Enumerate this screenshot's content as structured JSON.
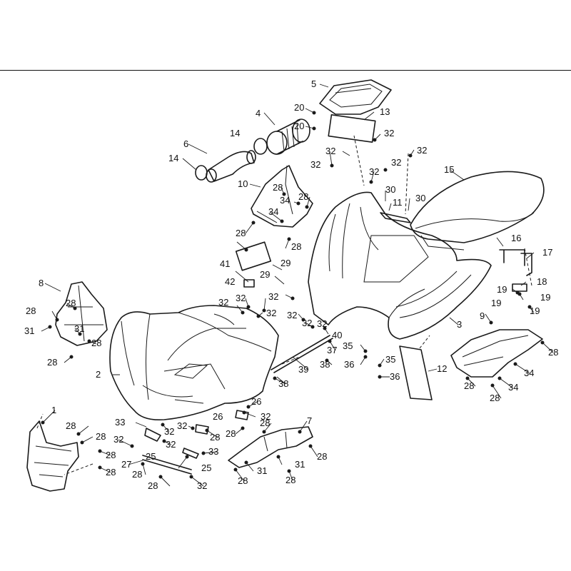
{
  "callouts": [
    {
      "id": "c5",
      "text": "5"
    },
    {
      "id": "c20a",
      "text": "20"
    },
    {
      "id": "c13",
      "text": "13"
    },
    {
      "id": "c4",
      "text": "4"
    },
    {
      "id": "c20b",
      "text": "20"
    },
    {
      "id": "c32a",
      "text": "32"
    },
    {
      "id": "c14a",
      "text": "14"
    },
    {
      "id": "c6",
      "text": "6"
    },
    {
      "id": "c32b",
      "text": "32"
    },
    {
      "id": "c32c",
      "text": "32"
    },
    {
      "id": "c14b",
      "text": "14"
    },
    {
      "id": "c32d",
      "text": "32"
    },
    {
      "id": "c32e",
      "text": "32"
    },
    {
      "id": "c32f",
      "text": "32"
    },
    {
      "id": "c15",
      "text": "15"
    },
    {
      "id": "c10",
      "text": "10"
    },
    {
      "id": "c28a",
      "text": "28"
    },
    {
      "id": "c34a",
      "text": "34"
    },
    {
      "id": "c28b",
      "text": "28"
    },
    {
      "id": "c30a",
      "text": "30"
    },
    {
      "id": "c11",
      "text": "11"
    },
    {
      "id": "c30b",
      "text": "30"
    },
    {
      "id": "c34b",
      "text": "34"
    },
    {
      "id": "c28c",
      "text": "28"
    },
    {
      "id": "c28d",
      "text": "28"
    },
    {
      "id": "c16",
      "text": "16"
    },
    {
      "id": "c17",
      "text": "17"
    },
    {
      "id": "c41",
      "text": "41"
    },
    {
      "id": "c29a",
      "text": "29"
    },
    {
      "id": "c42",
      "text": "42"
    },
    {
      "id": "c29b",
      "text": "29"
    },
    {
      "id": "c18",
      "text": "18"
    },
    {
      "id": "c8",
      "text": "8"
    },
    {
      "id": "c32g",
      "text": "32"
    },
    {
      "id": "c32h",
      "text": "32"
    },
    {
      "id": "c19a",
      "text": "19"
    },
    {
      "id": "c19b",
      "text": "19"
    },
    {
      "id": "c28e",
      "text": "28"
    },
    {
      "id": "c19c",
      "text": "19"
    },
    {
      "id": "c19d",
      "text": "19"
    },
    {
      "id": "c28f",
      "text": "28"
    },
    {
      "id": "c32i",
      "text": "32"
    },
    {
      "id": "c32j",
      "text": "32"
    },
    {
      "id": "c32k",
      "text": "32"
    },
    {
      "id": "c32l",
      "text": "32"
    },
    {
      "id": "c3",
      "text": "3"
    },
    {
      "id": "c9",
      "text": "9"
    },
    {
      "id": "c31a",
      "text": "31"
    },
    {
      "id": "c31b",
      "text": "31"
    },
    {
      "id": "c32m",
      "text": "32"
    },
    {
      "id": "c40",
      "text": "40"
    },
    {
      "id": "c28g",
      "text": "28"
    },
    {
      "id": "c35a",
      "text": "35"
    },
    {
      "id": "c37",
      "text": "37"
    },
    {
      "id": "c28h",
      "text": "28"
    },
    {
      "id": "c28i",
      "text": "28"
    },
    {
      "id": "c38a",
      "text": "38"
    },
    {
      "id": "c36a",
      "text": "36"
    },
    {
      "id": "c35b",
      "text": "35"
    },
    {
      "id": "c12",
      "text": "12"
    },
    {
      "id": "c2",
      "text": "2"
    },
    {
      "id": "c39",
      "text": "39"
    },
    {
      "id": "c34c",
      "text": "34"
    },
    {
      "id": "c36b",
      "text": "36"
    },
    {
      "id": "c28j",
      "text": "28"
    },
    {
      "id": "c38b",
      "text": "38"
    },
    {
      "id": "c34d",
      "text": "34"
    },
    {
      "id": "c28k",
      "text": "28"
    },
    {
      "id": "c26a",
      "text": "26"
    },
    {
      "id": "c1",
      "text": "1"
    },
    {
      "id": "c33a",
      "text": "33"
    },
    {
      "id": "c26b",
      "text": "26"
    },
    {
      "id": "c32n",
      "text": "32"
    },
    {
      "id": "c28l",
      "text": "28"
    },
    {
      "id": "c32o",
      "text": "32"
    },
    {
      "id": "c32p",
      "text": "32"
    },
    {
      "id": "c28m",
      "text": "28"
    },
    {
      "id": "c7",
      "text": "7"
    },
    {
      "id": "c28n",
      "text": "28"
    },
    {
      "id": "c28o",
      "text": "28"
    },
    {
      "id": "c28p",
      "text": "28"
    },
    {
      "id": "c32q",
      "text": "32"
    },
    {
      "id": "c32r",
      "text": "32"
    },
    {
      "id": "c33b",
      "text": "33"
    },
    {
      "id": "c28q",
      "text": "28"
    },
    {
      "id": "c25a",
      "text": "25"
    },
    {
      "id": "c28r",
      "text": "28"
    },
    {
      "id": "c25b",
      "text": "25"
    },
    {
      "id": "c27",
      "text": "27"
    },
    {
      "id": "c28s",
      "text": "28"
    },
    {
      "id": "c31c",
      "text": "31"
    },
    {
      "id": "c31d",
      "text": "31"
    },
    {
      "id": "c28t",
      "text": "28"
    },
    {
      "id": "c28u",
      "text": "28"
    },
    {
      "id": "c28v",
      "text": "28"
    },
    {
      "id": "c28w",
      "text": "28"
    },
    {
      "id": "c32s",
      "text": "32"
    }
  ]
}
